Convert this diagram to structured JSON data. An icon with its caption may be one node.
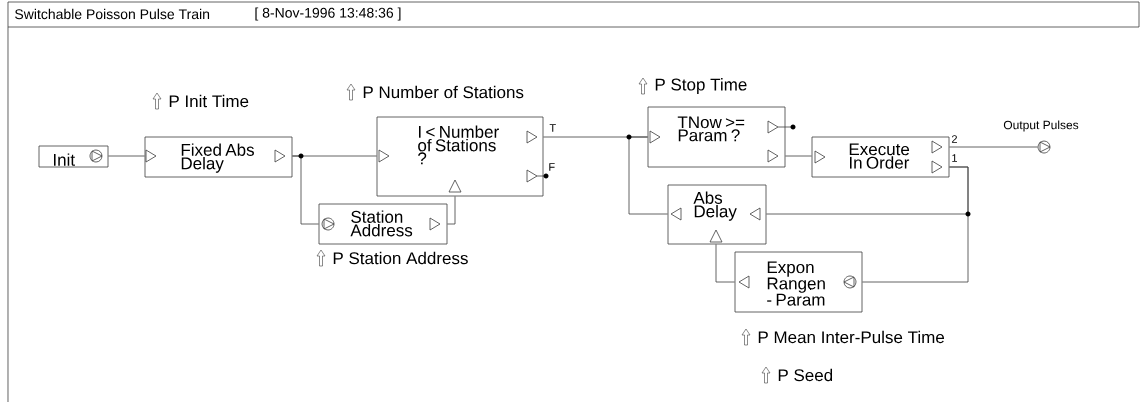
{
  "diagram": {
    "title": "Switchable Poisson Pulse Train",
    "nodes": [
      {
        "text": [
          "Init"
        ]
      },
      {
        "text": [
          "Fixed Abs Delay"
        ]
      },
      {
        "text": [
          "I < Number of Stations ?"
        ]
      },
      {
        "text": [
          "Station Address"
        ]
      },
      {
        "text": [
          "TNow >= Param ?"
        ]
      },
      {
        "text": [
          "Execute In Order"
        ]
      },
      {
        "text": [
          "Abs Delay"
        ]
      },
      {
        "text": [
          "Expon Rangen - Param"
        ]
      },
      {
        "text": [],
        "shape": "circle",
        "beside": [
          "Output Pulses"
        ]
      }
    ],
    "edges": [
      {
        "from": 0,
        "to": 1,
        "arrow": "none"
      },
      {
        "from": 1,
        "to": 2,
        "arrow": "none"
      },
      {
        "from": 1,
        "to": 3,
        "arrow": "none"
      },
      {
        "from": 3,
        "to": 2,
        "arrow": "none"
      },
      {
        "from": 2,
        "to": 4,
        "arrow": "none"
      },
      {
        "from": 6,
        "to": 4,
        "arrow": "none"
      },
      {
        "from": 4,
        "to": 5,
        "arrow": "none"
      },
      {
        "from": 5,
        "to": 8,
        "arrow": "none"
      },
      {
        "from": 5,
        "to": 6,
        "arrow": "none"
      },
      {
        "from": 5,
        "to": 7,
        "arrow": "none"
      },
      {
        "from": 7,
        "to": 6,
        "arrow": "none"
      }
    ],
    "labels": [
      "[ 8-Nov-1996 13:48:36 ]",
      "P Stop Time",
      "P Number of Stations",
      "P Init Time",
      "T",
      "2",
      "1",
      "F",
      "P Station Address",
      "P Mean Inter-Pulse Time",
      "P Seed"
    ]
  }
}
